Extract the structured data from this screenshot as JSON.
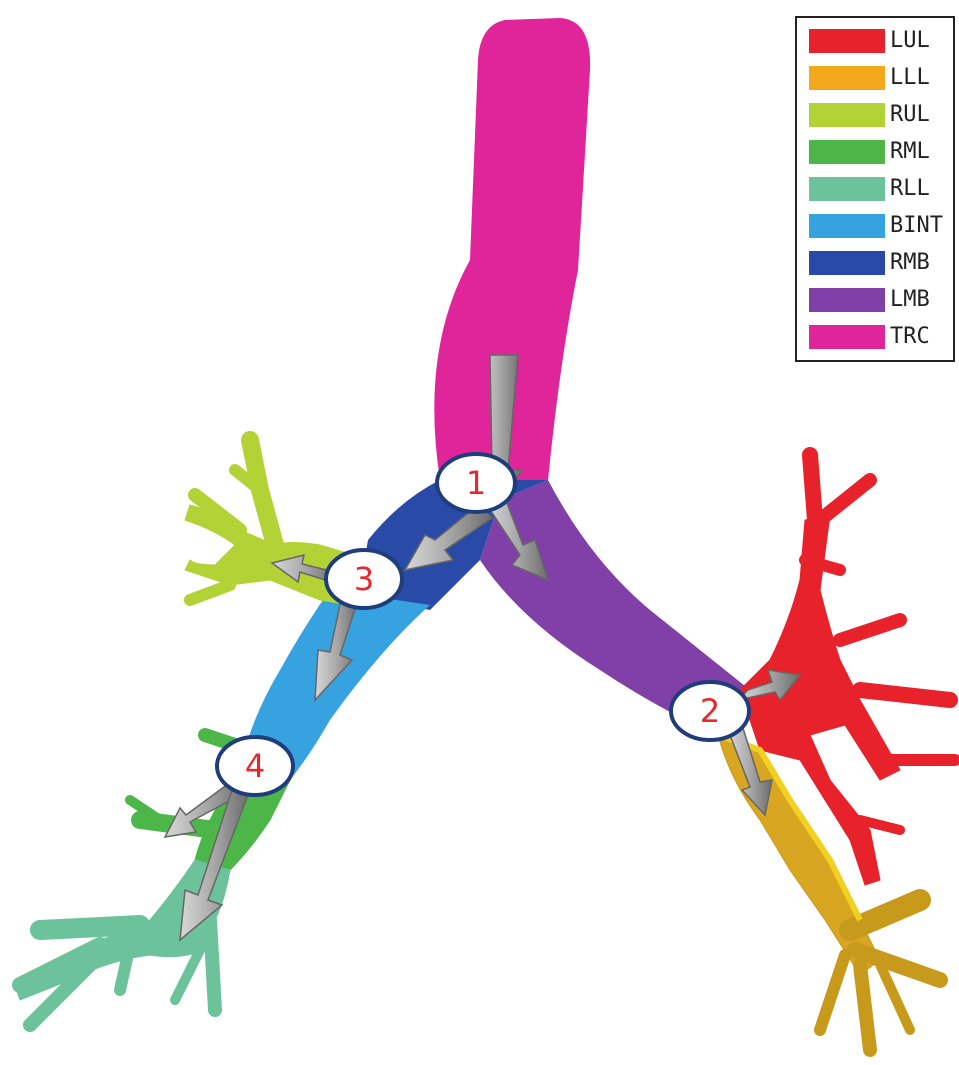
{
  "legend": {
    "items": [
      {
        "label": "LUL",
        "color": "#e8222a"
      },
      {
        "label": "LLL",
        "color": "#f4a81c"
      },
      {
        "label": "RUL",
        "color": "#b3d236"
      },
      {
        "label": "RML",
        "color": "#4cb648"
      },
      {
        "label": "RLL",
        "color": "#6cc29a"
      },
      {
        "label": "BINT",
        "color": "#36a3e0"
      },
      {
        "label": "RMB",
        "color": "#2a4aa8"
      },
      {
        "label": "LMB",
        "color": "#8040a8"
      },
      {
        "label": "TRC",
        "color": "#e0249a"
      }
    ]
  },
  "markers": [
    {
      "label": "1"
    },
    {
      "label": "2"
    },
    {
      "label": "3"
    },
    {
      "label": "4"
    }
  ],
  "colors": {
    "arrow": "#9a9a9a",
    "marker_border": "#1f3d7a",
    "marker_text": "#e8282c"
  }
}
